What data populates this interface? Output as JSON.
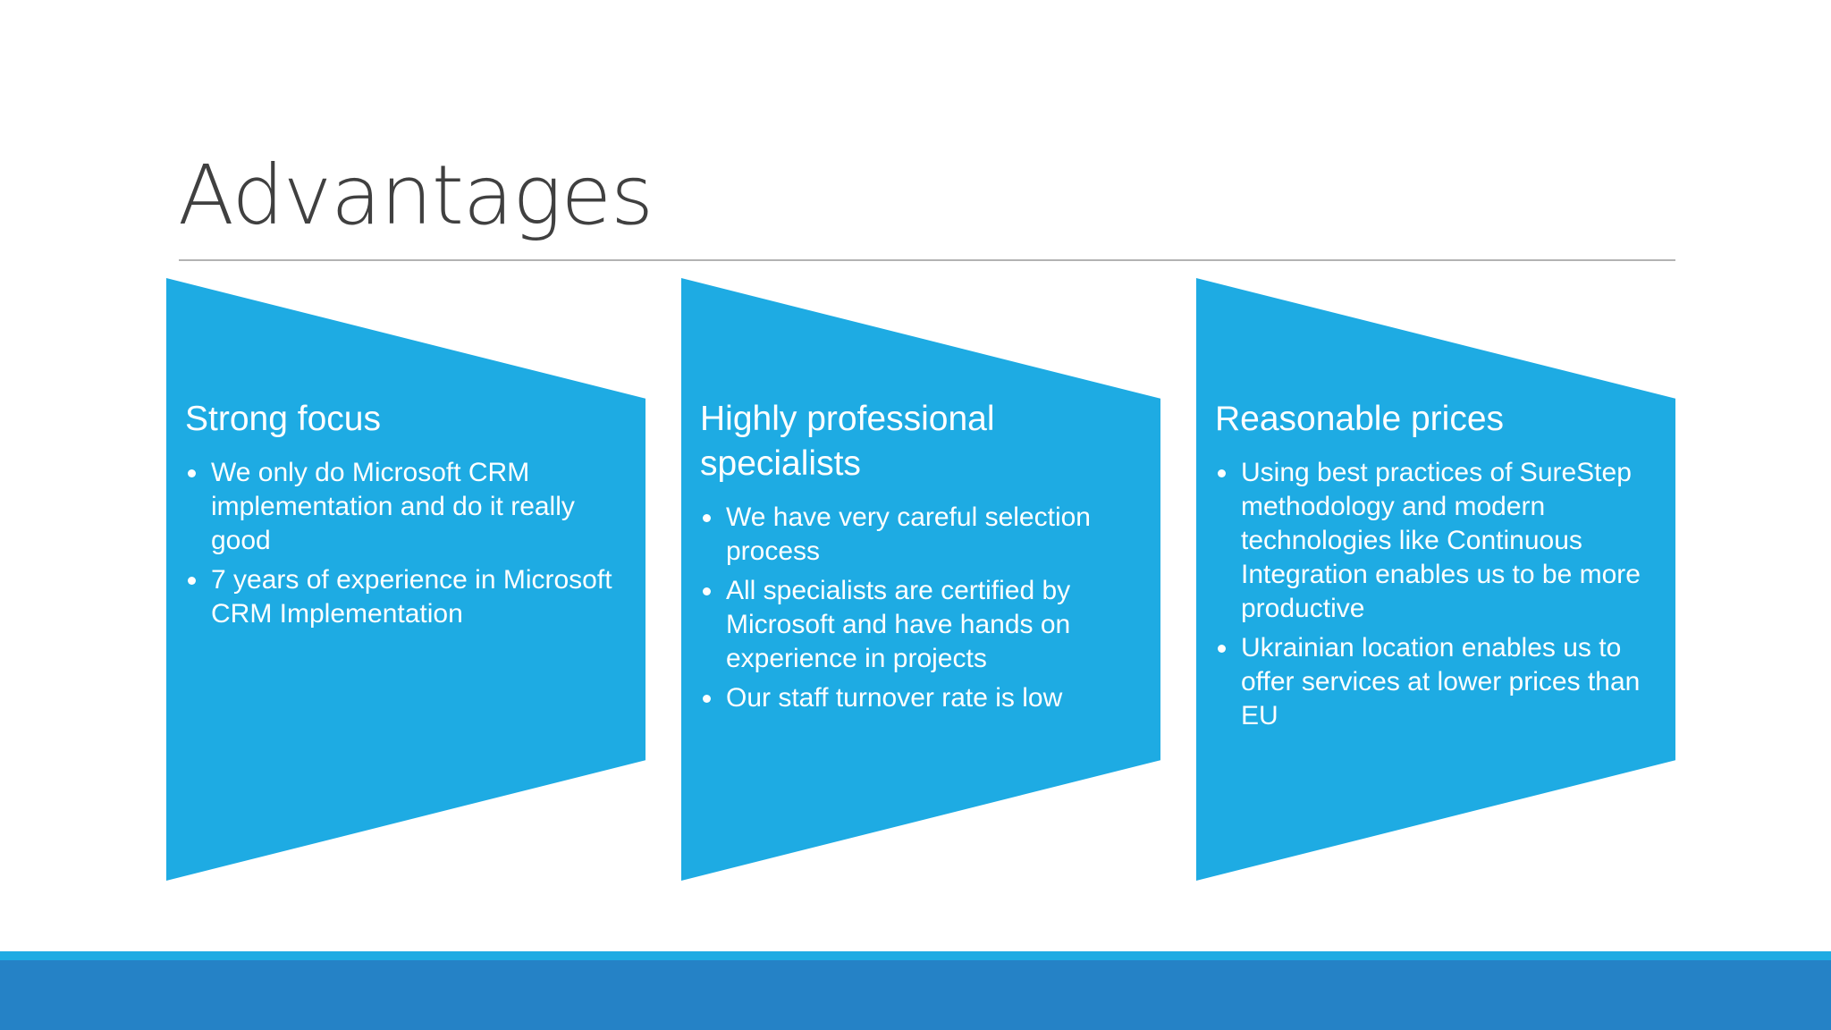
{
  "slide": {
    "title": "Advantages",
    "accent_color": "#1eabe3",
    "footer_color": "#2582c6",
    "panels": [
      {
        "heading": "Strong focus",
        "bullets": [
          "We only do Microsoft CRM implementation and do it really good",
          "7 years of experience in Microsoft CRM Implementation"
        ]
      },
      {
        "heading": "Highly professional specialists",
        "bullets": [
          "We have very careful selection process",
          "All specialists are certified by Microsoft and have hands on experience in projects",
          "Our staff turnover rate is low"
        ]
      },
      {
        "heading": "Reasonable prices",
        "bullets": [
          "Using best practices of SureStep methodology and modern technologies like Continuous Integration enables us to be more productive",
          "Ukrainian location enables us to offer services at lower prices than EU"
        ]
      }
    ]
  }
}
